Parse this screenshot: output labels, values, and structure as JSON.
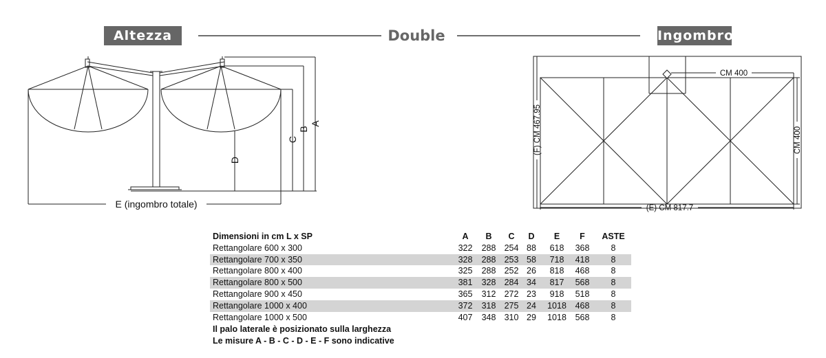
{
  "header": {
    "left_tag": "Altezza",
    "title": "Double",
    "right_tag": "Ingombro"
  },
  "side_view": {
    "labels": {
      "a": "A",
      "b": "B",
      "c": "C",
      "d": "D",
      "e": "E (ingombro totale)"
    }
  },
  "top_view": {
    "labels": {
      "width": "CM 400",
      "height_right": "CM 400",
      "height_left": "(F) CM 467.95",
      "total": "(E) CM 817.7"
    }
  },
  "table": {
    "columns": [
      "Dimensioni in cm L x SP",
      "A",
      "B",
      "C",
      "D",
      "E",
      "F",
      "ASTE"
    ],
    "rows": [
      [
        "Rettangolare 600 x 300",
        "322",
        "288",
        "254",
        "88",
        "618",
        "368",
        "8"
      ],
      [
        "Rettangolare 700 x 350",
        "328",
        "288",
        "253",
        "58",
        "718",
        "418",
        "8"
      ],
      [
        "Rettangolare 800 x 400",
        "325",
        "288",
        "252",
        "26",
        "818",
        "468",
        "8"
      ],
      [
        "Rettangolare 800 x 500",
        "381",
        "328",
        "284",
        "34",
        "817",
        "568",
        "8"
      ],
      [
        "Rettangolare 900 x 450",
        "365",
        "312",
        "272",
        "23",
        "918",
        "518",
        "8"
      ],
      [
        "Rettangolare 1000 x 400",
        "372",
        "318",
        "275",
        "24",
        "1018",
        "468",
        "8"
      ],
      [
        "Rettangolare 1000 x 500",
        "407",
        "348",
        "310",
        "29",
        "1018",
        "568",
        "8"
      ]
    ],
    "notes": [
      "Il palo laterale è posizionato sulla larghezza",
      "Le misure A - B - C - D - E - F sono indicative"
    ]
  }
}
